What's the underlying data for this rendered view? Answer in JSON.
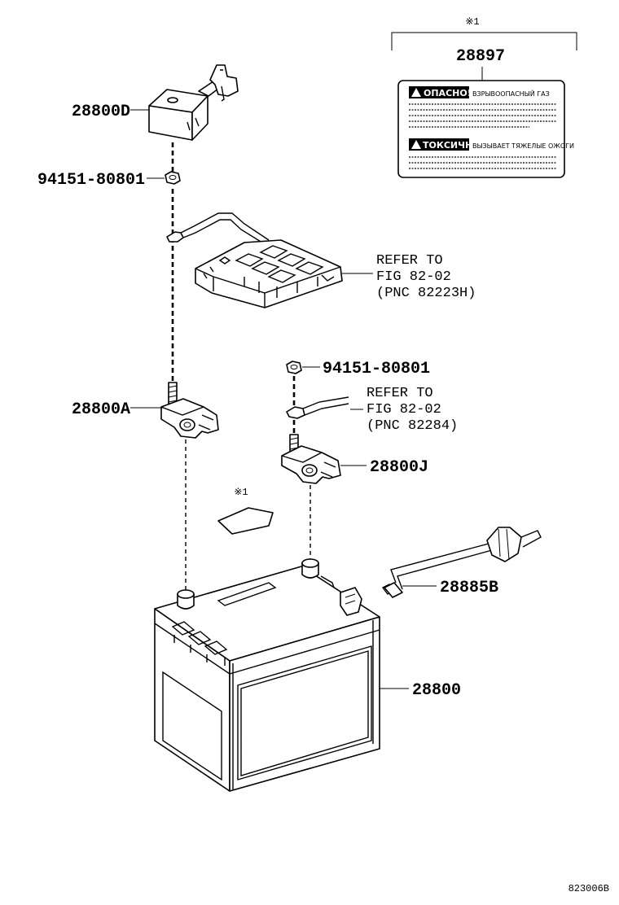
{
  "labels": {
    "note_mark_top": "※1",
    "note_mark_mid": "※1",
    "pn_28897": "28897",
    "pn_28800D": "28800D",
    "pn_nut_top": "94151-80801",
    "pn_nut_right": "94151-80801",
    "pn_28800A": "28800A",
    "pn_28800J": "28800J",
    "pn_28885B": "28885B",
    "pn_28800": "28800",
    "refer1_line1": "REFER TO",
    "refer1_line2": "FIG 82-02",
    "refer1_line3": "(PNC 82223H)",
    "refer2_line1": "REFER TO",
    "refer2_line2": "FIG 82-02",
    "refer2_line3": "(PNC 82284)",
    "figure_code": "823006B"
  },
  "warning_label": {
    "row1_title": "ОПАСНО!",
    "row1_text": "ВЗРЫВООПАСНЫЙ ГАЗ",
    "row2_title": "ТОКСИЧНО",
    "row2_text": "ВЫЗЫВАЕТ ТЯЖЕЛЫЕ ОЖОГИ"
  },
  "icons": {
    "warning": "warning-triangle-icon"
  }
}
